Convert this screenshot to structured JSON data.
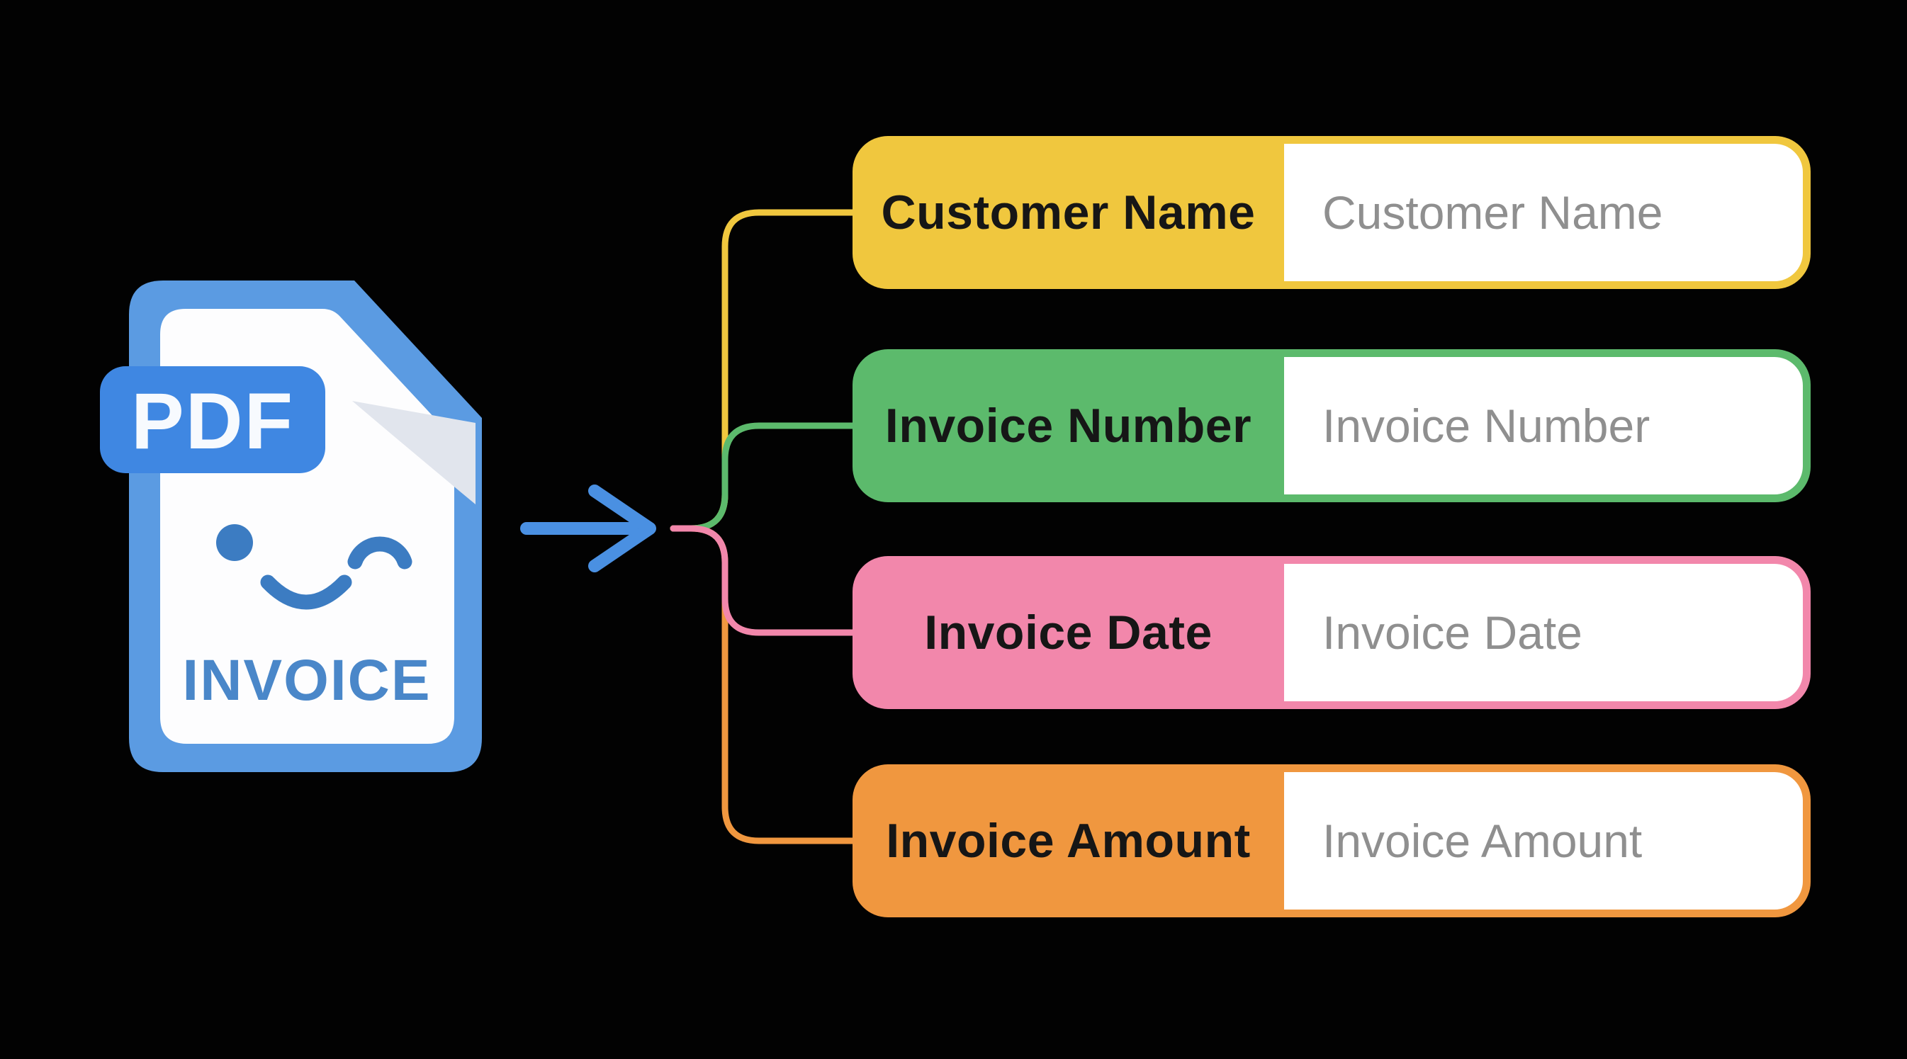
{
  "source": {
    "badge_label": "PDF",
    "doc_label": "INVOICE",
    "description_icon": "pdf-invoice-document-icon"
  },
  "arrow": {
    "icon": "right-arrow-icon",
    "color": "#4a90e2"
  },
  "fields": [
    {
      "label": "Customer Name",
      "placeholder": "Customer Name",
      "color": "#f0c73e"
    },
    {
      "label": "Invoice Number",
      "placeholder": "Invoice Number",
      "color": "#5cba6c"
    },
    {
      "label": "Invoice Date",
      "placeholder": "Invoice Date",
      "color": "#f287ab"
    },
    {
      "label": "Invoice Amount",
      "placeholder": "Invoice Amount",
      "color": "#f0973f"
    }
  ],
  "colors": {
    "background": "#020202",
    "arrow_blue": "#4a90e2",
    "doc_frame_blue": "#5b9be2",
    "badge_blue": "#3f87e2",
    "face_blue": "#3c7cc2",
    "invoice_text_blue": "#4a87c9",
    "page_white": "#fdfdfe",
    "fold_gray": "#e1e5ed",
    "field_text_dark": "#161616",
    "placeholder_gray": "#8f8f8f",
    "field_white": "#ffffff"
  }
}
